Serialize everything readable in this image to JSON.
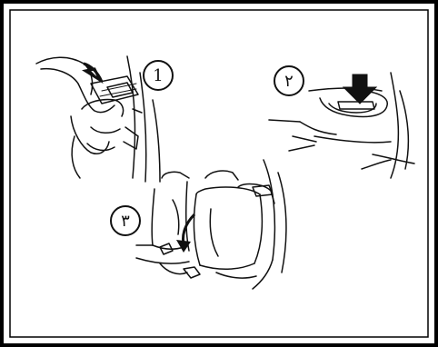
{
  "steps": [
    {
      "label": "1"
    },
    {
      "label": "٢"
    },
    {
      "label": "٣"
    }
  ]
}
